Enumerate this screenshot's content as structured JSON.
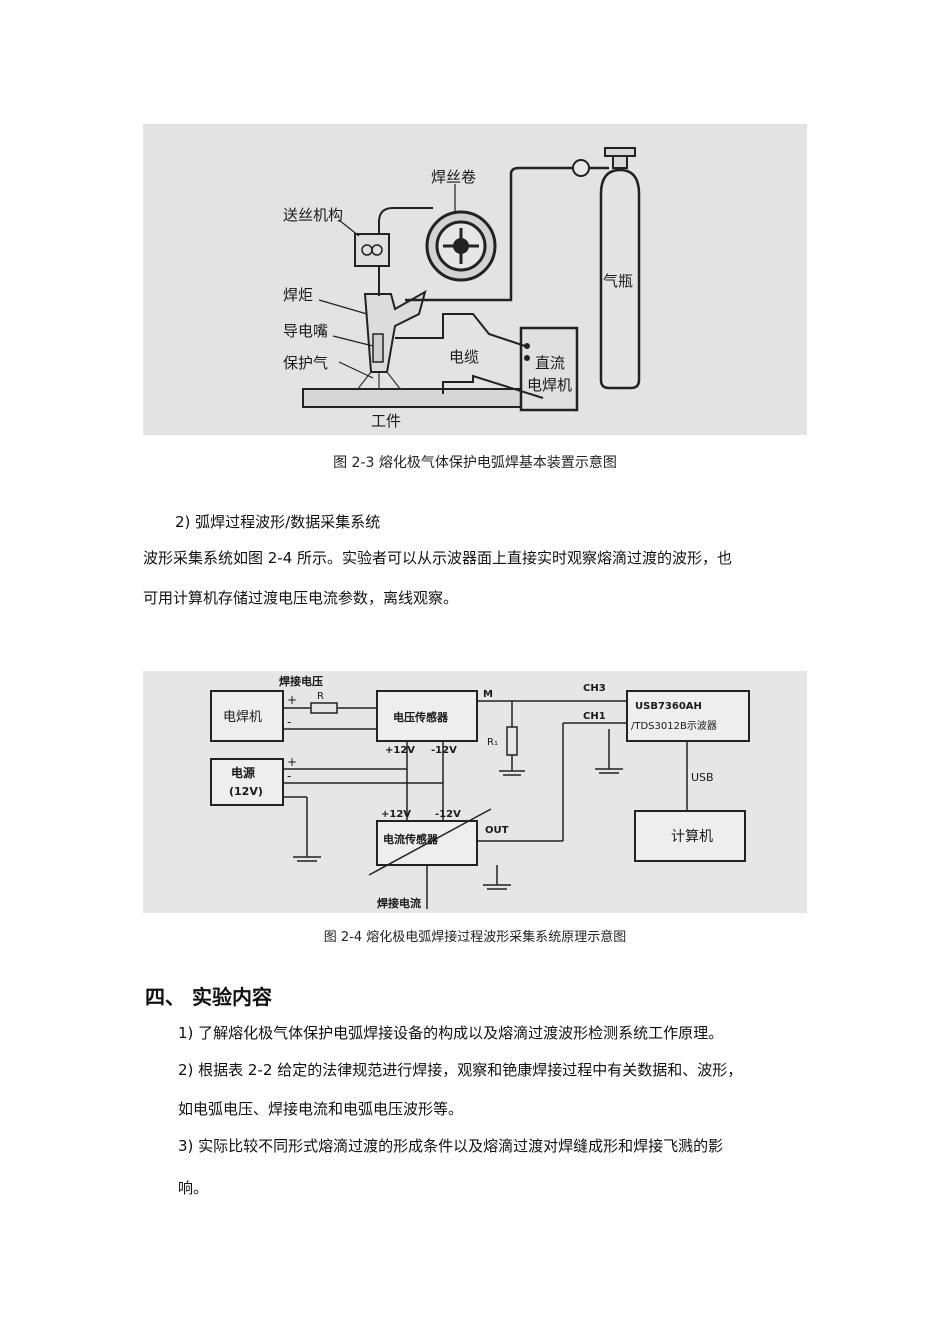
{
  "figure1": {
    "labels": {
      "wire_spool": "焊丝卷",
      "wire_feeder": "送丝机构",
      "torch": "焊炬",
      "contact_tip": "导电嘴",
      "shield_gas": "保护气",
      "cable": "电缆",
      "dc_welder_line1": "直流",
      "dc_welder_line2": "电焊机",
      "gas_cylinder": "气瓶",
      "workpiece": "工件"
    },
    "caption": "图 2-3  熔化极气体保护电弧焊基本装置示意图"
  },
  "section_item2": "2)  弧焊过程波形/数据采集系统",
  "body_paragraph": {
    "line1": "波形采集系统如图 2-4 所示。实验者可以从示波器面上直接实时观察熔滴过渡的波形，也",
    "line2": "可用计算机存储过渡电压电流参数，离线观察。"
  },
  "figure2": {
    "labels": {
      "welding_voltage": "焊接电压",
      "resistor": "R",
      "welder": "电焊机",
      "voltage_sensor": "电压传感器",
      "power_supply_line1": "电源",
      "power_supply_line2": "(12V)",
      "plus12_a": "+12V",
      "minus12_a": "-12V",
      "plus12_b": "+12V",
      "minus12_b": "-12V",
      "current_sensor": "电流传感器",
      "out": "OUT",
      "ch3": "CH3",
      "ch1": "CH1",
      "scope_line1": "USB7360AH",
      "scope_line2": "/TDS3012B示波器",
      "usb": "USB",
      "computer": "计算机",
      "welding_current": "焊接电流",
      "load_r": "R₁",
      "out_m": "M",
      "plus": "+",
      "minus": "-"
    },
    "caption": "图 2-4  熔化极电弧焊接过程波形采集系统原理示意图"
  },
  "section4": {
    "heading": "四、  实验内容",
    "item1": "1)   了解熔化极气体保护电弧焊接设备的构成以及熔滴过渡波形检测系统工作原理。",
    "item2_line1": "2)   根据表 2-2 给定的法律规范进行焊接，观察和铯康焊接过程中有关数据和、波形，",
    "item2_line2": "如电弧电压、焊接电流和电弧电压波形等。",
    "item3_line1": "3)   实际比较不同形式熔滴过渡的形成条件以及熔滴过渡对焊缝成形和焊接飞溅的影",
    "item3_line2": "响。"
  }
}
